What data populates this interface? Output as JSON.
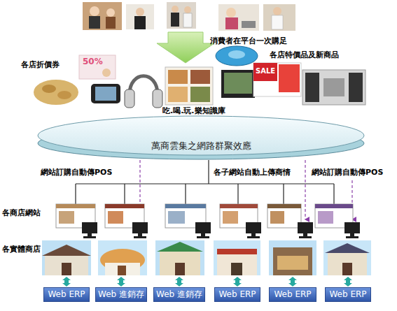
{
  "diagram": {
    "nodes": [
      {
        "text": [
          "萬商雲集之網路群聚效應"
        ]
      },
      {
        "text": [
          "Web ERP"
        ]
      },
      {
        "text": [
          "Web 進銷存"
        ]
      },
      {
        "text": [
          "Web 進銷存"
        ]
      },
      {
        "text": [
          "Web ERP"
        ]
      },
      {
        "text": [
          "Web ERP"
        ]
      },
      {
        "text": [
          "Web ERP"
        ]
      }
    ],
    "labels": [
      "消費者在平台一次購足",
      "各店特價品及新商品",
      "各店折價券",
      "50%",
      "SALE",
      "吃.喝.玩.樂知識庫",
      "網站訂購自動傳POS",
      "各子網站自動上傳商情",
      "網站訂購自動傳POS",
      "各商店網站",
      "各實體商店"
    ]
  }
}
